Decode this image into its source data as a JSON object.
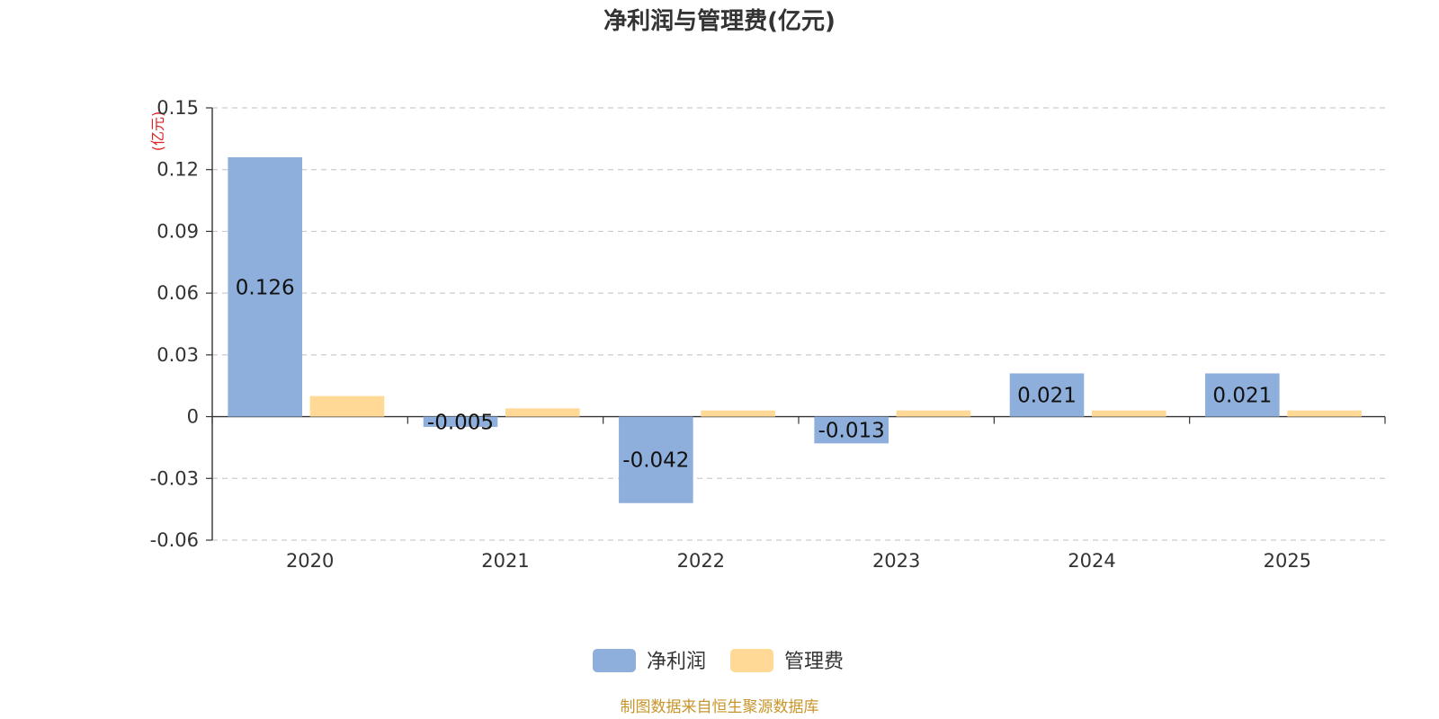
{
  "chart_data": {
    "type": "bar",
    "title": "净利润与管理费(亿元)",
    "unit_label": "(亿元)",
    "categories": [
      "2020",
      "2021",
      "2022",
      "2023",
      "2024",
      "2025"
    ],
    "series": [
      {
        "name": "净利润",
        "color": "#8eaedb",
        "values": [
          0.126,
          -0.005,
          -0.042,
          -0.013,
          0.021,
          0.021
        ],
        "labels": [
          "0.126",
          "-0.005",
          "-0.042",
          "-0.013",
          "0.021",
          "0.021"
        ]
      },
      {
        "name": "管理费",
        "color": "#ffd995",
        "values": [
          0.01,
          0.004,
          0.003,
          0.003,
          0.003,
          0.003
        ]
      }
    ],
    "ylim": [
      -0.06,
      0.15
    ],
    "yticks": [
      -0.06,
      -0.03,
      0,
      0.03,
      0.06,
      0.09,
      0.12,
      0.15
    ],
    "ytick_labels": [
      "-0.06",
      "-0.03",
      "0",
      "0.03",
      "0.06",
      "0.09",
      "0.12",
      "0.15"
    ],
    "grid": true,
    "legend": "bottom-center",
    "source": "制图数据来自恒生聚源数据库"
  }
}
